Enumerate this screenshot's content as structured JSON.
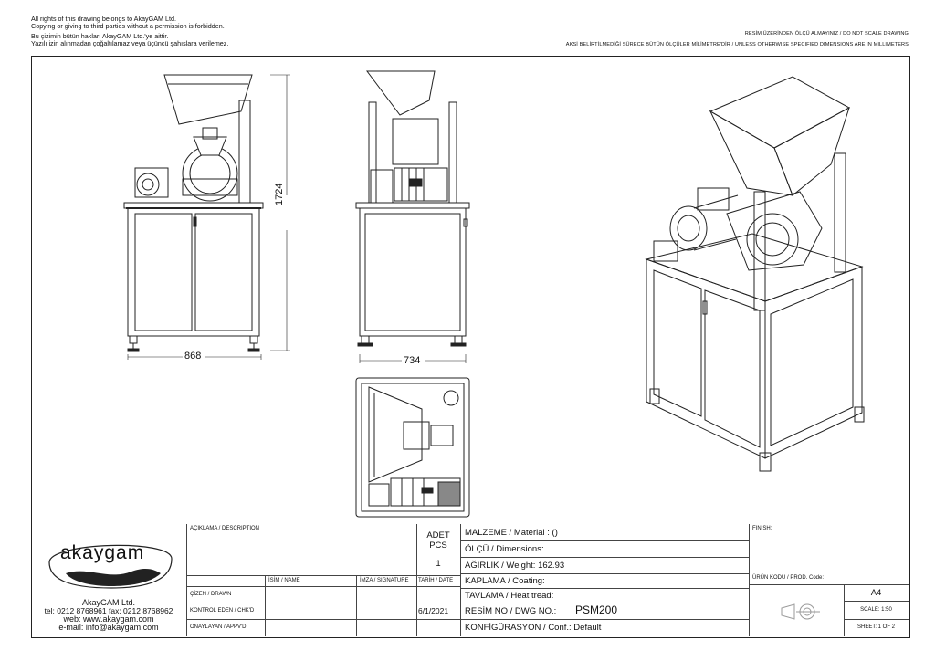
{
  "notices_left": [
    "All rights of this drawing belongs to AkayGAM Ltd.",
    "Copying or giving to third parties without a permission is forbidden.",
    "Bu çizimin bütün hakları AkayGAM Ltd.'ye aittir.",
    "Yazılı izin alınmadan çoğaltılamaz veya üçüncü şahıslara verilemez."
  ],
  "notices_right": [
    "RESİM ÜZERİNDEN ÖLÇÜ ALMAYINIZ / DO NOT SCALE DRAWING",
    "AKSİ BELİRTİLMEDİĞİ SÜRECE BÜTÜN ÖLÇÜLER MİLİMETRE'DİR / UNLESS OTHERWISE SPECIFIED DIMENSIONS ARE IN MILLIMETERS"
  ],
  "dimensions": {
    "width_front": "868",
    "height": "1724",
    "width_side": "734"
  },
  "title_block": {
    "logo_text": "akaygam",
    "company": "AkayGAM Ltd.",
    "phone": "tel: 0212 8768961  fax: 0212 8768962",
    "web": "web: www.akaygam.com",
    "email": "e-mail: info@akaygam.com",
    "description_label": "AÇIKLAMA / DESCRIPTION",
    "pcs_label_1": "ADET",
    "pcs_label_2": "PCS",
    "pcs_value": "1",
    "name_label": "İSİM / NAME",
    "signature_label": "İMZA / SIGNATURE",
    "date_label": "TARİH / DATE",
    "drawn_label": "ÇİZEN / DRAWN",
    "checked_label": "KONTROL EDEN / CHK'D",
    "approved_label": "ONAYLAYAN / APPV'D",
    "date_value": "6/1/2021",
    "material": "MALZEME / Material :  ()",
    "dimensions_label": "ÖLÇÜ / Dimensions:",
    "weight": "AĞIRLIK / Weight: 162.93",
    "coating": "KAPLAMA / Coating:",
    "heat": "TAVLAMA / Heat tread:",
    "dwg_label": "RESİM NO / DWG NO.:",
    "dwg_value": "PSM200",
    "conf": "KONFİGÜRASYON / Conf.:  Default",
    "finish_label": "FINISH:",
    "prod_code_label": "ÜRÜN KODU / PROD. Code:",
    "size": "A4",
    "scale": "SCALE: 1:50",
    "sheet": "SHEET: 1 OF 2"
  }
}
